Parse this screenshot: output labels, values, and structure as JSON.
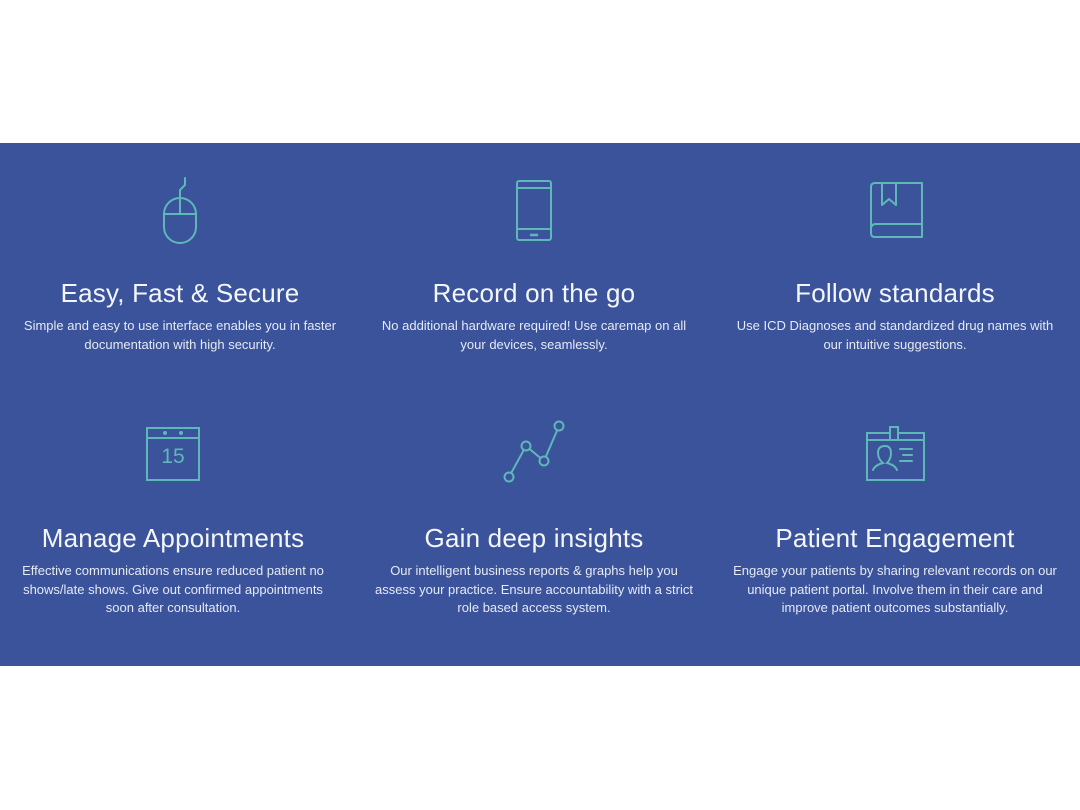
{
  "colors": {
    "section_background": "#3a539b",
    "icon_stroke": "#5fb8b8",
    "text": "#ffffff",
    "page_background": "#ffffff"
  },
  "features": [
    {
      "icon": "mouse-icon",
      "title": "Easy, Fast & Secure",
      "description": "Simple and easy to use interface enables you in faster documentation with high security."
    },
    {
      "icon": "mobile-phone-icon",
      "title": "Record on the go",
      "description": "No additional hardware required! Use caremap on all your devices, seamlessly."
    },
    {
      "icon": "book-bookmark-icon",
      "title": "Follow standards",
      "description": "Use ICD Diagnoses and standardized drug names with our intuitive suggestions."
    },
    {
      "icon": "calendar-icon",
      "calendar_day": "15",
      "title": "Manage Appointments",
      "description": "Effective communications ensure reduced patient no shows/late shows. Give out confirmed appointments soon after consultation."
    },
    {
      "icon": "line-chart-icon",
      "title": "Gain deep insights",
      "description": "Our intelligent business reports & graphs help you assess your practice. Ensure accountability with a strict role based access system."
    },
    {
      "icon": "id-badge-icon",
      "title": "Patient Engagement",
      "description": "Engage your patients by sharing relevant records on our unique patient portal. Involve them in their care and improve patient outcomes substantially."
    }
  ]
}
